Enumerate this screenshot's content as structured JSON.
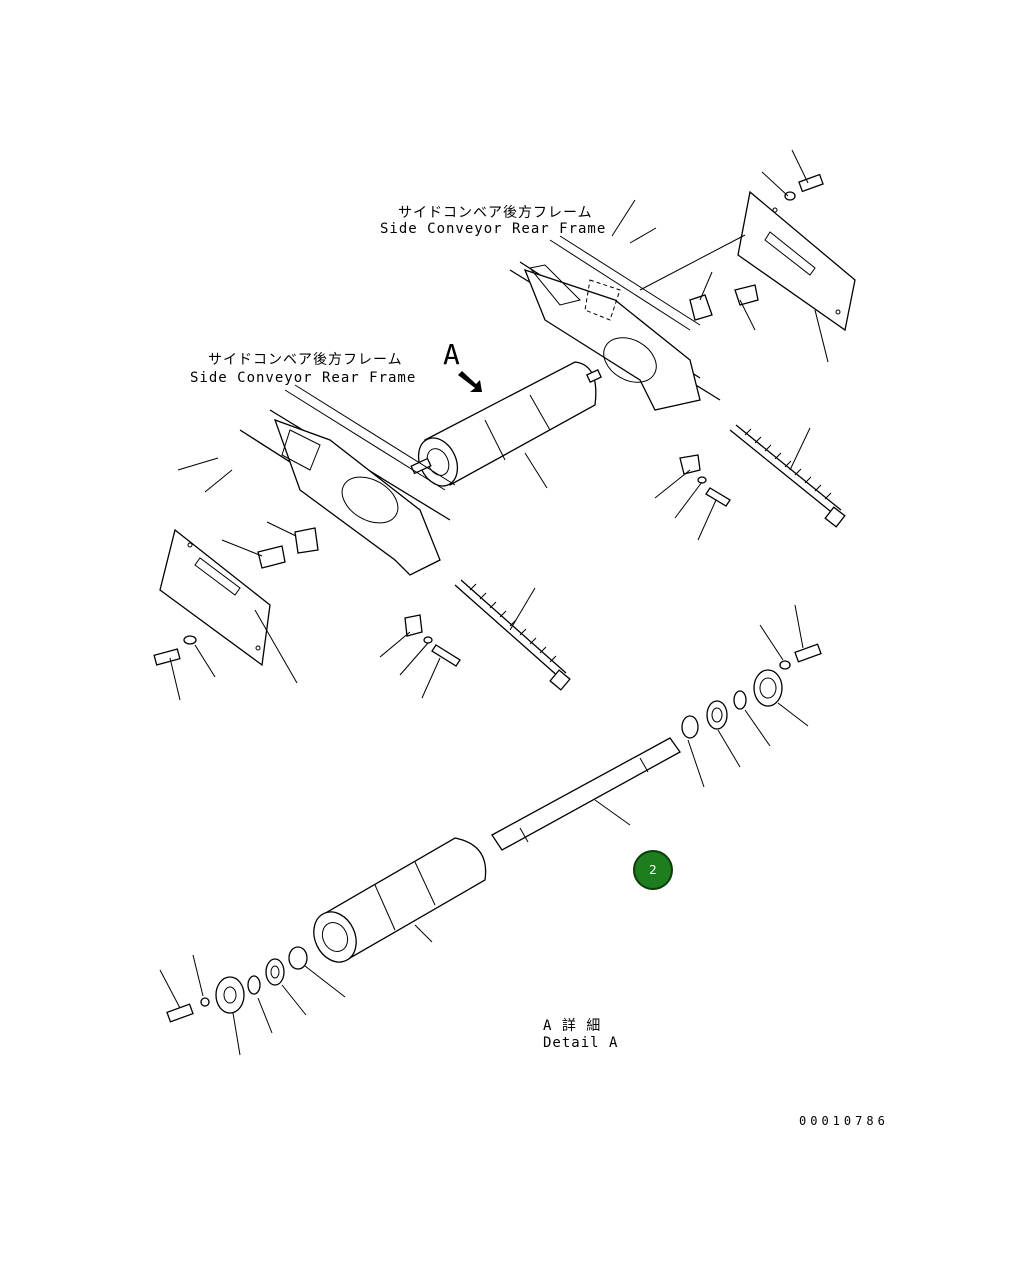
{
  "labels": {
    "frame_right_jp": "サイドコンベア後方フレーム",
    "frame_right_en": "Side Conveyor Rear Frame",
    "frame_left_jp": "サイドコンベア後方フレーム",
    "frame_left_en": "Side Conveyor Rear Frame",
    "view_arrow": "A",
    "detail_jp": "A 詳 細",
    "detail_en": "Detail A",
    "drawing_number": "00010786"
  },
  "hotspot": {
    "label": "2",
    "color": "#1e7d1e"
  }
}
